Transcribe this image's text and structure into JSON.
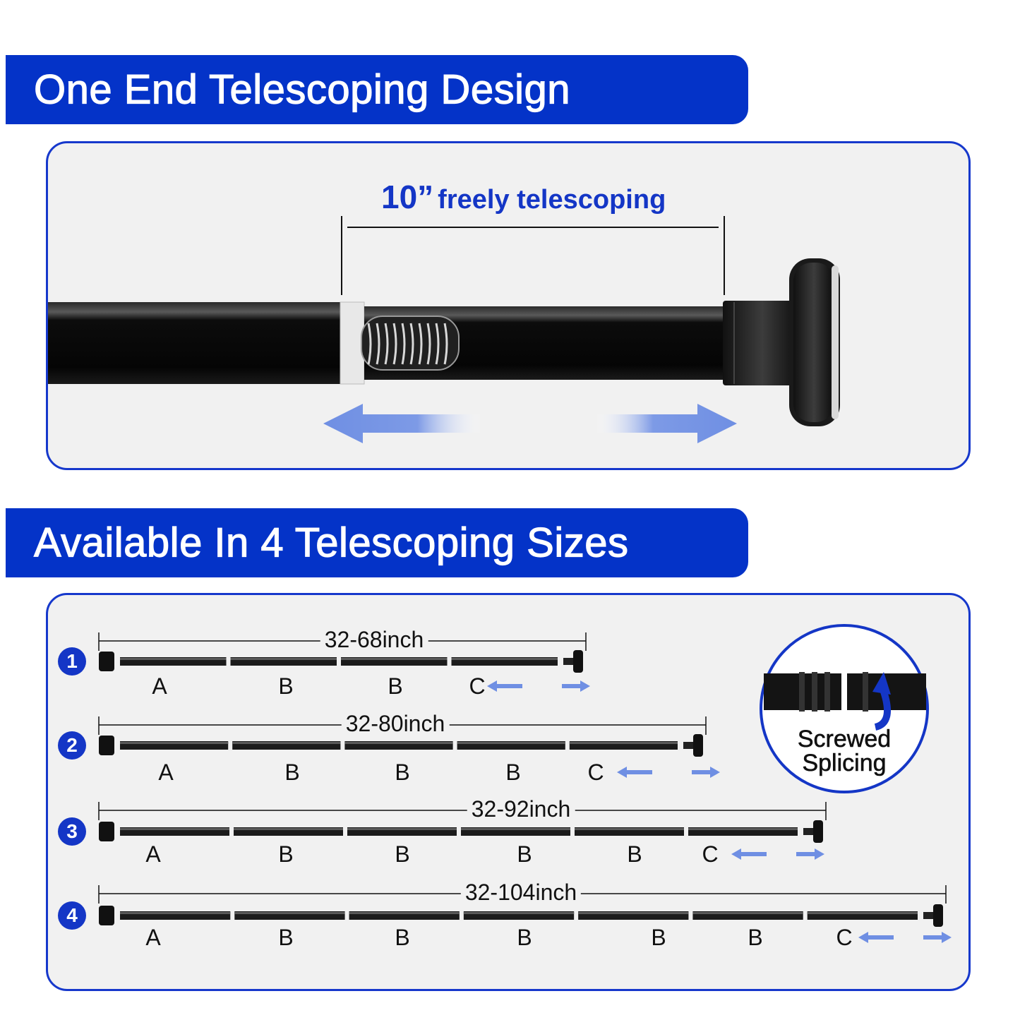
{
  "section1": {
    "title": "One End Telescoping Design",
    "measure_value": "10”",
    "measure_text": "freely telescoping"
  },
  "section2": {
    "title": "Available In 4 Telescoping Sizes",
    "sizes": [
      {
        "badge": "1",
        "range": "32-68inch",
        "segments": [
          "A",
          "B",
          "B",
          "C"
        ]
      },
      {
        "badge": "2",
        "range": "32-80inch",
        "segments": [
          "A",
          "B",
          "B",
          "B",
          "C"
        ]
      },
      {
        "badge": "3",
        "range": "32-92inch",
        "segments": [
          "A",
          "B",
          "B",
          "B",
          "B",
          "C"
        ]
      },
      {
        "badge": "4",
        "range": "32-104inch",
        "segments": [
          "A",
          "B",
          "B",
          "B",
          "B",
          "B",
          "C"
        ]
      }
    ],
    "splice_label_line1": "Screwed",
    "splice_label_line2": "Splicing"
  },
  "colors": {
    "brand_blue": "#0433c8",
    "arrow_blue": "#6f8fe3",
    "panel_bg": "#f1f1f1"
  }
}
